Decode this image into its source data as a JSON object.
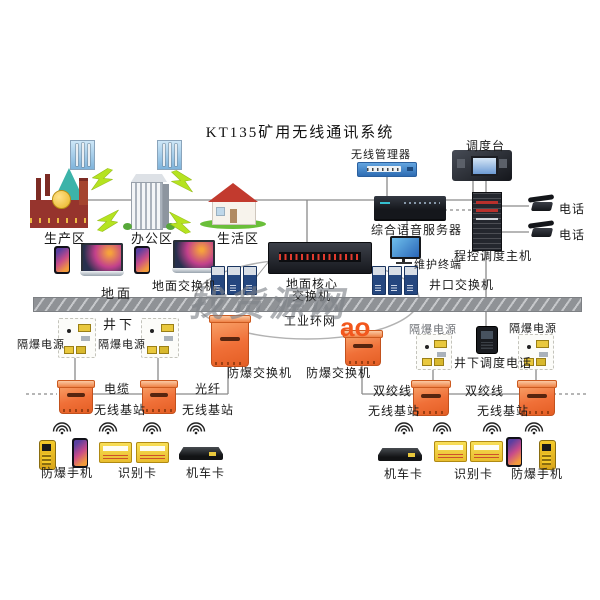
{
  "title": "KT135矿用无线通讯系统",
  "colors": {
    "accent_orange": "#ef6430",
    "band_gray": "#8f9296",
    "line_gray": "#8a8a8a",
    "lightning_green": "#b5e320",
    "router_blue": "#2e6cb2",
    "led_red": "#e23b2e",
    "card_yellow": "#f2cf3a"
  },
  "surface": {
    "ground_label": "地面",
    "areas": [
      {
        "label": "生产区"
      },
      {
        "label": "办公区"
      },
      {
        "label": "生活区"
      }
    ],
    "surface_switch": "地面交换机",
    "wireless_manager": "无线管理器",
    "dispatch_console": "调度台",
    "voice_server": "综合语音服务器",
    "dispatch_host": "程控调度主机",
    "telephone1": "电话",
    "telephone2": "电话",
    "maintenance_terminal": "维护终端",
    "wellhead_switch": "井口交换机",
    "core_switch_line1": "地面核心",
    "core_switch_line2": "交换机"
  },
  "ring_label": "工业环网",
  "underground": {
    "label": "井下",
    "left": {
      "power1": "隔爆电源",
      "power2": "隔爆电源",
      "cable": "电缆",
      "fiber": "光纤",
      "base1": "无线基站",
      "base2": "无线基站",
      "ex_switch": "防爆交换机",
      "ex_phone": "防爆手机",
      "id_card": "识别卡",
      "loco_card": "机车卡"
    },
    "right": {
      "ex_switch": "防爆交换机",
      "power1": "隔爆电源",
      "power2": "隔爆电源",
      "dispatch_phone": "井下调度电话",
      "twisted1": "双绞线",
      "twisted2": "双绞线",
      "base1": "无线基站",
      "base2": "无线基站",
      "loco_card": "机车卡",
      "id_card": "识别卡",
      "ex_phone": "防爆手机"
    }
  },
  "watermark": {
    "main": "找货源网",
    "accent": "ao"
  }
}
